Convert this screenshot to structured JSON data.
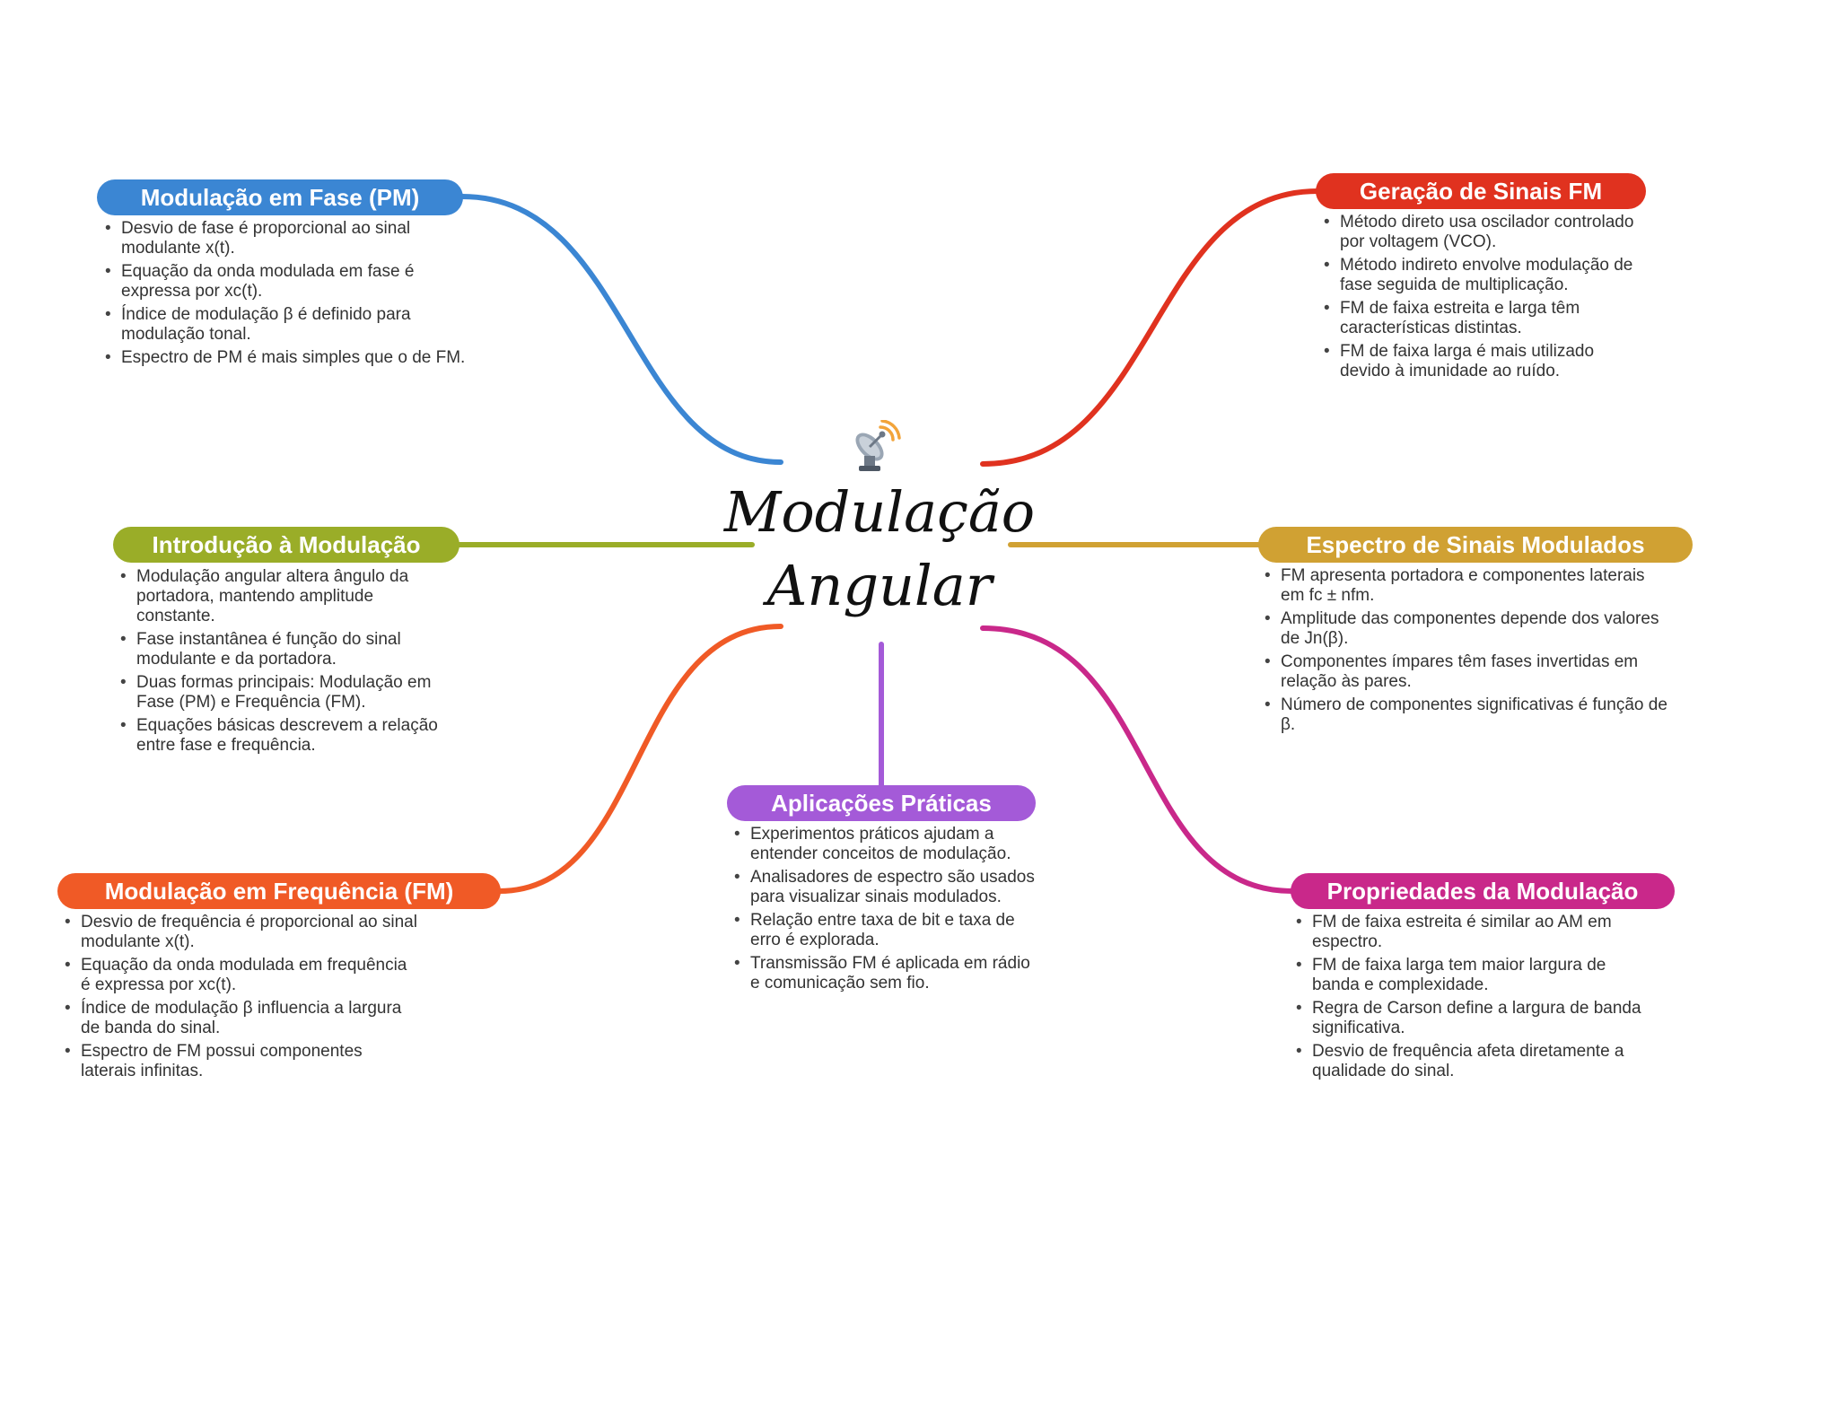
{
  "center": {
    "icon": "satellite-dish-icon",
    "title_line1": "Modulação",
    "title_line2": "Angular"
  },
  "branches": [
    {
      "id": "pm",
      "color": "#3b86d3",
      "label": "Modulação em Fase (PM)",
      "items": [
        "Desvio de fase é proporcional ao sinal modulante x(t).",
        "Equação da onda modulada em fase é expressa por xc(t).",
        "Índice de modulação β é definido para modulação tonal.",
        "Espectro de PM é mais simples que o de FM."
      ]
    },
    {
      "id": "intro",
      "color": "#9aad28",
      "label": "Introdução à Modulação",
      "items": [
        "Modulação angular altera ângulo da portadora, mantendo amplitude constante.",
        "Fase instantânea é função do sinal modulante e da portadora.",
        "Duas formas principais: Modulação em Fase (PM) e Frequência (FM).",
        "Equações básicas descrevem a relação entre fase e frequência."
      ]
    },
    {
      "id": "fm",
      "color": "#f05a26",
      "label": "Modulação em Frequência (FM)",
      "items": [
        "Desvio de frequência é proporcional ao sinal modulante x(t).",
        "Equação da onda modulada em frequência é expressa por xc(t).",
        "Índice de modulação β influencia a largura de banda do sinal.",
        "Espectro de FM possui componentes laterais infinitas."
      ]
    },
    {
      "id": "apps",
      "color": "#a45ad8",
      "label": "Aplicações Práticas",
      "items": [
        "Experimentos práticos ajudam a entender conceitos de modulação.",
        "Analisadores de espectro são usados para visualizar sinais modulados.",
        "Relação entre taxa de bit e taxa de erro é explorada.",
        "Transmissão FM é aplicada em rádio e comunicação sem fio."
      ]
    },
    {
      "id": "gen",
      "color": "#e0321f",
      "label": "Geração de Sinais FM",
      "items": [
        "Método direto usa oscilador controlado por voltagem (VCO).",
        "Método indireto envolve modulação de fase seguida de multiplicação.",
        "FM de faixa estreita e larga têm características distintas.",
        "FM de faixa larga é mais utilizado devido à imunidade ao ruído."
      ]
    },
    {
      "id": "spectrum",
      "color": "#d0a133",
      "label": "Espectro de Sinais Modulados",
      "items": [
        "FM apresenta portadora e componentes laterais em fc ± nfm.",
        "Amplitude das componentes depende dos valores de Jn(β).",
        "Componentes ímpares têm fases invertidas em relação às pares.",
        "Número de componentes significativas é função de β."
      ]
    },
    {
      "id": "props",
      "color": "#c9288a",
      "label": "Propriedades da Modulação",
      "items": [
        "FM de faixa estreita é similar ao AM em espectro.",
        "FM de faixa larga tem maior largura de banda e complexidade.",
        "Regra de Carson define a largura de banda significativa.",
        "Desvio de frequência afeta diretamente a qualidade do sinal."
      ]
    }
  ]
}
